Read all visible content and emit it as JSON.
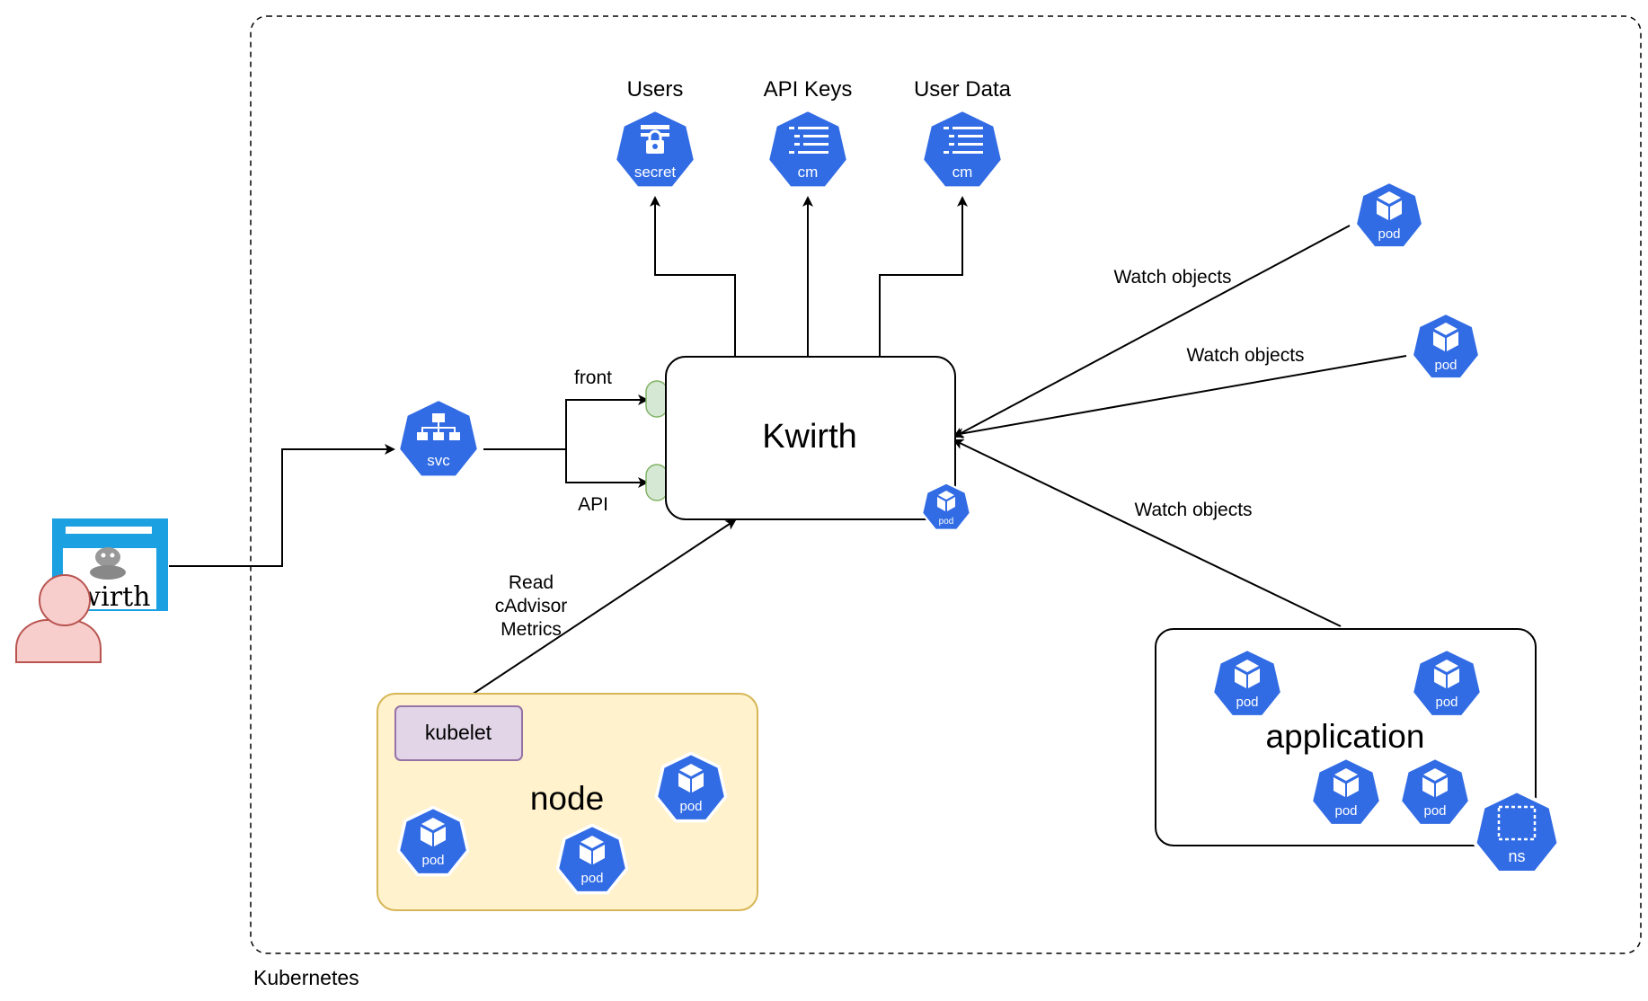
{
  "cluster": {
    "label": "Kubernetes"
  },
  "core": {
    "label": "Kwirth"
  },
  "storage": [
    {
      "title": "Users",
      "kind": "secret"
    },
    {
      "title": "API Keys",
      "kind": "cm"
    },
    {
      "title": "User Data",
      "kind": "cm"
    }
  ],
  "service": {
    "label": "svc"
  },
  "routes": {
    "front": "front",
    "api": "API"
  },
  "browser": {
    "logo_text": "wirth"
  },
  "node": {
    "label": "node",
    "agent": "kubelet",
    "metrics_label": [
      "Read",
      "cAdvisor",
      "Metrics"
    ]
  },
  "application": {
    "label": "application",
    "namespace": "ns"
  },
  "watch": {
    "label": "Watch objects"
  },
  "pod": {
    "label": "pod"
  },
  "colors": {
    "k8s_blue": "#326CE5",
    "node_fill": "#FFF2CC",
    "node_stroke": "#D6B656",
    "kubelet_fill": "#E1D5E7",
    "kubelet_stroke": "#9673A6",
    "port_fill": "#D5E8D4",
    "port_stroke": "#82B366",
    "user_fill": "#F8CECC",
    "user_stroke": "#B85450",
    "browser_blue": "#1BA1E2"
  }
}
